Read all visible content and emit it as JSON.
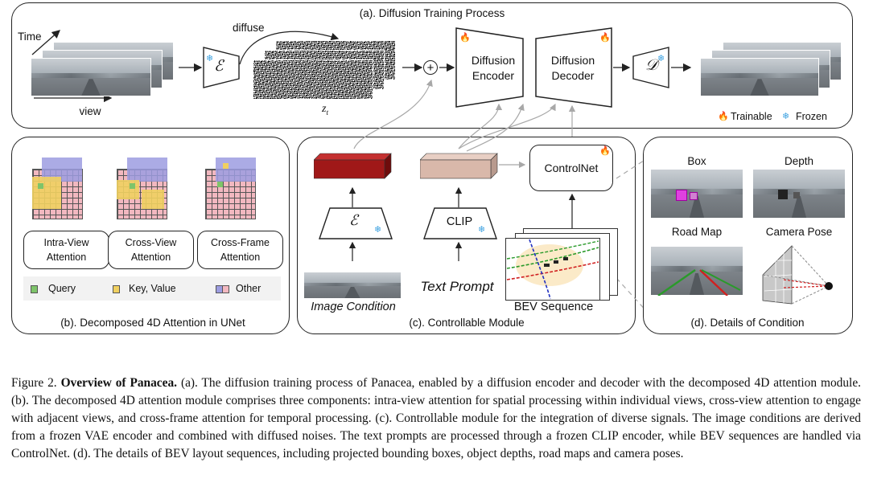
{
  "panel_a": {
    "title": "(a). Diffusion Training Process",
    "time_label": "Time",
    "view_label": "view",
    "diffuse_label": "diffuse",
    "zt_label": "z",
    "zt_sub": "t",
    "encoder_symbol": "ℰ",
    "decoder_symbol": "𝒟",
    "plus_symbol": "+",
    "diffusion_encoder": [
      "Diffusion",
      "Encoder"
    ],
    "diffusion_decoder": [
      "Diffusion",
      "Decoder"
    ],
    "legend_trainable": "Trainable",
    "legend_frozen": "Frozen"
  },
  "panel_b": {
    "title": "(b). Decomposed 4D Attention in UNet",
    "intra": [
      "Intra-View",
      "Attention"
    ],
    "cross_view": [
      "Cross-View",
      "Attention"
    ],
    "cross_frame": [
      "Cross-Frame",
      "Attention"
    ],
    "legend_query": "Query",
    "legend_kv": "Key, Value",
    "legend_other": "Other"
  },
  "panel_c": {
    "title": "(c). Controllable Module",
    "encoder_symbol": "ℰ",
    "clip_label": "CLIP",
    "controlnet_label": "ControlNet",
    "image_condition": "Image Condition",
    "text_prompt": "Text Prompt",
    "bev_sequence": "BEV Sequence"
  },
  "panel_d": {
    "title": "(d). Details of Condition",
    "box_label": "Box",
    "depth_label": "Depth",
    "roadmap_label": "Road Map",
    "camera_pose_label": "Camera Pose"
  },
  "caption": {
    "figure_label": "Figure 2.",
    "bold_title": "Overview of Panacea.",
    "body": "(a). The diffusion training process of Panacea, enabled by a diffusion encoder and decoder with the decomposed 4D attention module. (b). The decomposed 4D attention module comprises three components: intra-view attention for spatial processing within individual views, cross-view attention to engage with adjacent views, and cross-frame attention for temporal processing. (c). Controllable module for the integration of diverse signals. The image conditions are derived from a frozen VAE encoder and combined with diffused noises. The text prompts are processed through a frozen CLIP encoder, while BEV sequences are handled via ControlNet. (d). The details of BEV layout sequences, including projected bounding boxes, object depths, road maps and camera poses."
  },
  "colors": {
    "trainable": "#e8621a",
    "frozen": "#3aa0e0",
    "image_feature": "#a01818",
    "text_feature": "#d9b8aa",
    "query": "#7ec46a",
    "key_value": "#f0d060",
    "other_blue": "#9c9ce0",
    "other_pink": "#f2b8c0"
  }
}
